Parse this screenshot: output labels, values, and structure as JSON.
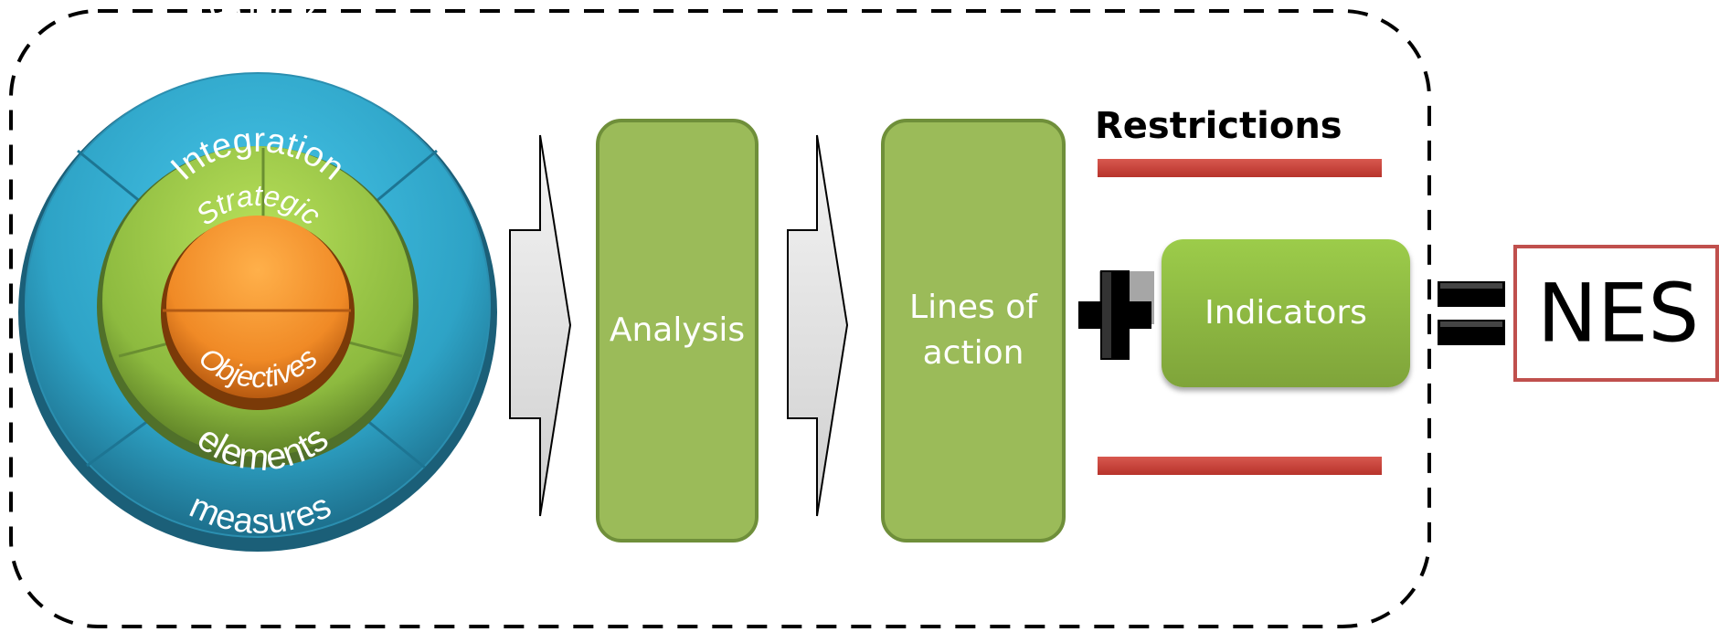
{
  "circle": {
    "outer_top": "Policy",
    "outer_bottom": "measures",
    "middle_top": "Integration",
    "middle_bottom": "elements",
    "inner_top": "Strategic",
    "inner_bottom": "Objectives"
  },
  "boxes": {
    "analysis": "Analysis",
    "lines_of_action_line1": "Lines of",
    "lines_of_action_line2": "action",
    "indicators": "Indicators"
  },
  "restrictions_label": "Restrictions",
  "result_label": "NES",
  "colors": {
    "blue": "#2fa7c9",
    "green": "#9bbb59",
    "orange": "#f0862a",
    "red": "#c0504d",
    "dashed_border": "#000000"
  }
}
